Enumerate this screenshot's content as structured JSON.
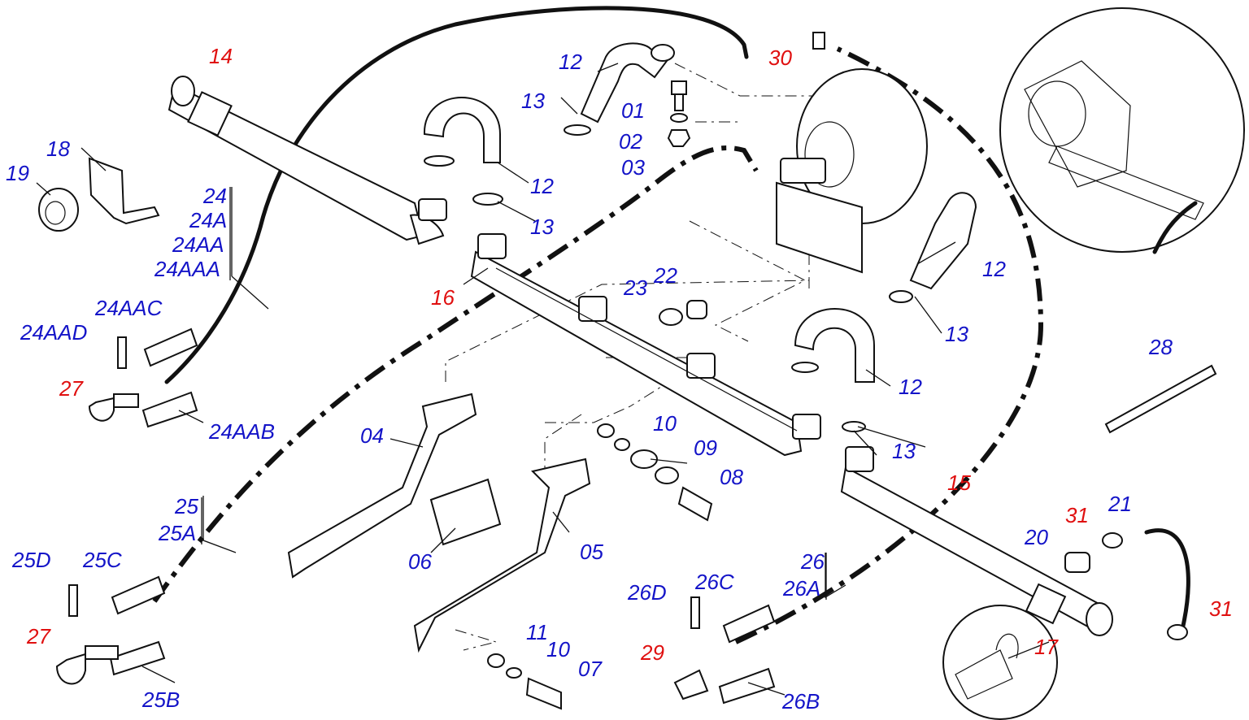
{
  "colors": {
    "blue_label": "#1414c8",
    "red_label": "#e01010",
    "line": "#111111",
    "background": "#ffffff"
  },
  "labels": {
    "l14": "14",
    "l30": "30",
    "l16": "16",
    "l15": "15",
    "l27a": "27",
    "l27b": "27",
    "l29": "29",
    "l31a": "31",
    "l31b": "31",
    "l17": "17",
    "l12a": "12",
    "l12b": "12",
    "l12c": "12",
    "l12d": "12",
    "l13a": "13",
    "l13b": "13",
    "l13c": "13",
    "l13d": "13",
    "l01": "01",
    "l02": "02",
    "l03": "03",
    "l18": "18",
    "l19": "19",
    "l24": "24",
    "l24A": "24A",
    "l24AA": "24AA",
    "l24AAA": "24AAA",
    "l24AAC": "24AAC",
    "l24AAD": "24AAD",
    "l24AAB": "24AAB",
    "l23": "23",
    "l22": "22",
    "l28": "28",
    "l04": "04",
    "l05": "05",
    "l06": "06",
    "l10a": "10",
    "l10b": "10",
    "l09": "09",
    "l08": "08",
    "l11": "11",
    "l07": "07",
    "l25": "25",
    "l25A": "25A",
    "l25D": "25D",
    "l25C": "25C",
    "l25B": "25B",
    "l26": "26",
    "l26A": "26A",
    "l26D": "26D",
    "l26C": "26C",
    "l26B": "26B",
    "l20": "20",
    "l21": "21"
  }
}
